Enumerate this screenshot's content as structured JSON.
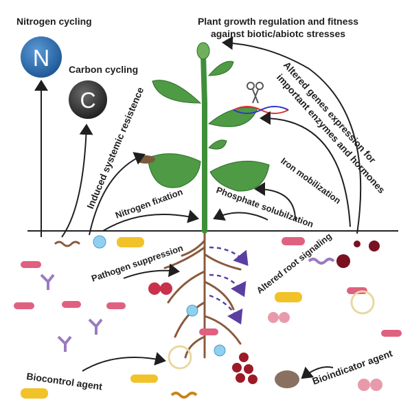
{
  "labels": {
    "nitrogen_cycling": "Nitrogen cycling",
    "carbon_cycling": "Carbon cycling",
    "nitrogen_symbol": "N",
    "carbon_symbol": "C",
    "plant_growth_line1": "Plant growth regulation and fitness",
    "plant_growth_line2": "against biotic/abiotc stresses",
    "altered_genes_line1": "Altered genes expression for",
    "altered_genes_line2": "important enzymes and hormones",
    "induced_resistance": "Induced systemic resistence",
    "iron_mobilization": "Iron mobilization",
    "nitrogen_fixation": "Nitrogen fixation",
    "phosphate_solubilization": "Phosphate solubilzation",
    "pathogen_suppression": "Pathogen suppression",
    "altered_root_signaling": "Altered root signaling",
    "biocontrol_agent": "Biocontrol agent",
    "bioindicator_agent": "Bioindicator agent"
  },
  "colors": {
    "stem": "#3f8f3a",
    "leaf": "#4f9a45",
    "nitrogen_circle": "#2f6fb0",
    "carbon_circle": "#3a3a3a",
    "root": "#8a5a3c",
    "signal_arrow": "#5a3fa0"
  }
}
